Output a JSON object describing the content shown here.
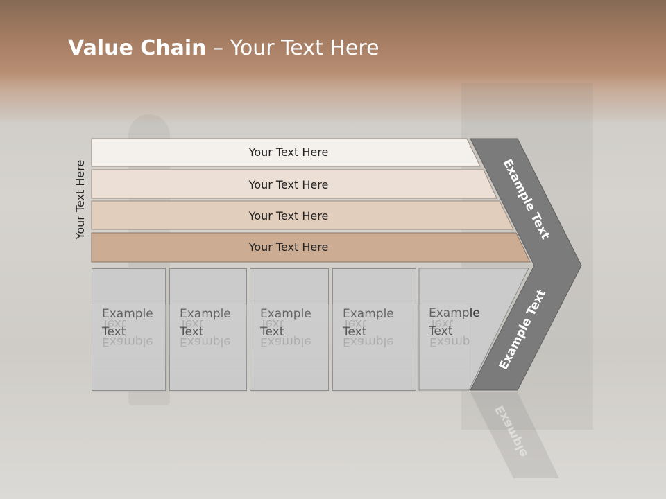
{
  "title": {
    "bold": "Value Chain",
    "rest": " – Your Text Here"
  },
  "side_label": "Your Text Here",
  "bands": [
    {
      "label": "Your Text Here",
      "color": "#f4f0ec"
    },
    {
      "label": "Your Text Here",
      "color": "#ecdfd5"
    },
    {
      "label": "Your Text Here",
      "color": "#e2cebd"
    },
    {
      "label": "Your Text Here",
      "color": "#cdac94"
    }
  ],
  "columns": [
    {
      "line1": "Example",
      "line2": "Text"
    },
    {
      "line1": "Example",
      "line2": "Text"
    },
    {
      "line1": "Example",
      "line2": "Text"
    },
    {
      "line1": "Example",
      "line2": "Text"
    },
    {
      "line1": "Example",
      "line2": "Text"
    }
  ],
  "chevron": {
    "upper_label": "Example Text",
    "lower_label": "Example Text",
    "color": "#7b7b7b"
  },
  "reflection": {
    "label": "Example"
  }
}
